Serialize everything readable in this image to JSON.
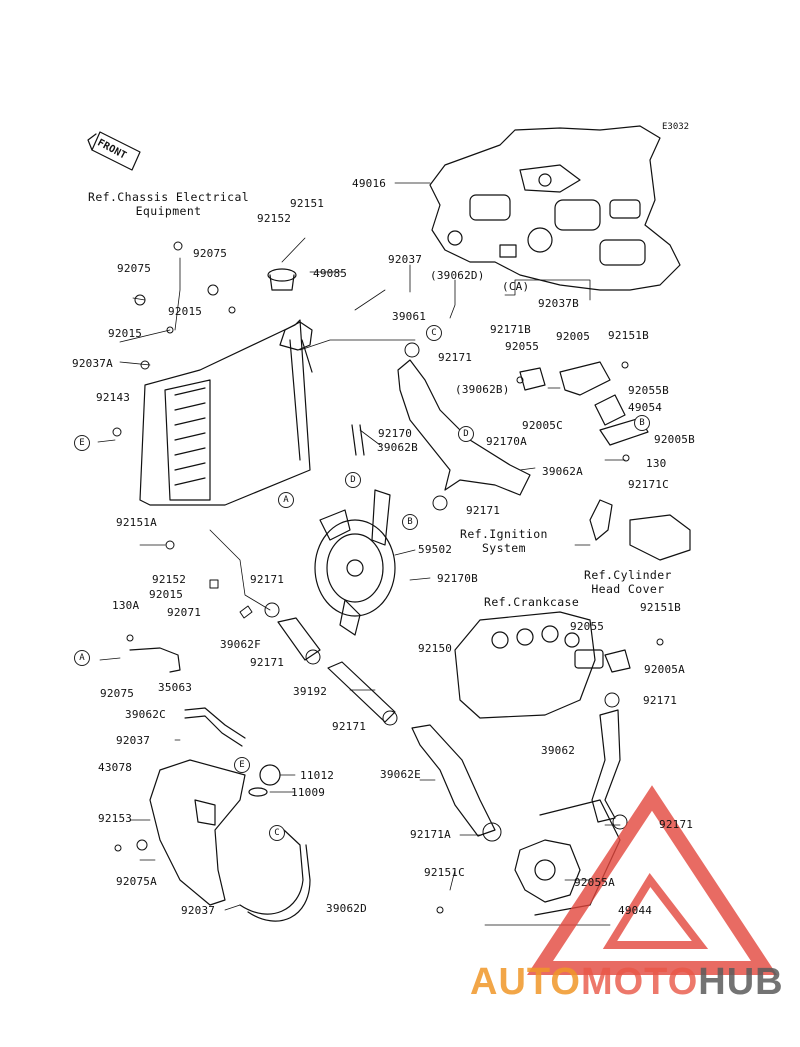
{
  "diagram": {
    "id_code": "E3032",
    "front_label": "FRONT",
    "labels": [
      {
        "id": "49016",
        "text": "49016"
      },
      {
        "id": "92151-top",
        "text": "92151"
      },
      {
        "id": "92152-top",
        "text": "92152"
      },
      {
        "id": "92075-a",
        "text": "92075"
      },
      {
        "id": "92075-b",
        "text": "92075"
      },
      {
        "id": "49085",
        "text": "49085"
      },
      {
        "id": "92037-top",
        "text": "92037"
      },
      {
        "id": "39062D-paren",
        "text": "(39062D)"
      },
      {
        "id": "CA",
        "text": "(CA)"
      },
      {
        "id": "92037B",
        "text": "92037B"
      },
      {
        "id": "92015-a",
        "text": "92015"
      },
      {
        "id": "39061",
        "text": "39061"
      },
      {
        "id": "92171B",
        "text": "92171B"
      },
      {
        "id": "92005",
        "text": "92005"
      },
      {
        "id": "92151B-a",
        "text": "92151B"
      },
      {
        "id": "92015-b",
        "text": "92015"
      },
      {
        "id": "92055-a",
        "text": "92055"
      },
      {
        "id": "92171-a",
        "text": "92171"
      },
      {
        "id": "92037A",
        "text": "92037A"
      },
      {
        "id": "39062B-paren",
        "text": "(39062B)"
      },
      {
        "id": "92055B",
        "text": "92055B"
      },
      {
        "id": "92143",
        "text": "92143"
      },
      {
        "id": "49054",
        "text": "49054"
      },
      {
        "id": "92005C",
        "text": "92005C"
      },
      {
        "id": "92170",
        "text": "92170"
      },
      {
        "id": "92170A",
        "text": "92170A"
      },
      {
        "id": "92005B",
        "text": "92005B"
      },
      {
        "id": "39062B",
        "text": "39062B"
      },
      {
        "id": "130-a",
        "text": "130"
      },
      {
        "id": "39062A",
        "text": "39062A"
      },
      {
        "id": "92171C",
        "text": "92171C"
      },
      {
        "id": "92171-b",
        "text": "92171"
      },
      {
        "id": "92151A",
        "text": "92151A"
      },
      {
        "id": "59502",
        "text": "59502"
      },
      {
        "id": "92152-b",
        "text": "92152"
      },
      {
        "id": "92171-c",
        "text": "92171"
      },
      {
        "id": "92170B",
        "text": "92170B"
      },
      {
        "id": "92015-c",
        "text": "92015"
      },
      {
        "id": "130A",
        "text": "130A"
      },
      {
        "id": "92071",
        "text": "92071"
      },
      {
        "id": "92151B-b",
        "text": "92151B"
      },
      {
        "id": "92055-b",
        "text": "92055"
      },
      {
        "id": "39062F",
        "text": "39062F"
      },
      {
        "id": "92150",
        "text": "92150"
      },
      {
        "id": "92171-d",
        "text": "92171"
      },
      {
        "id": "92005A",
        "text": "92005A"
      },
      {
        "id": "35063",
        "text": "35063"
      },
      {
        "id": "92075-c",
        "text": "92075"
      },
      {
        "id": "39192",
        "text": "39192"
      },
      {
        "id": "92171-e",
        "text": "92171"
      },
      {
        "id": "39062C",
        "text": "39062C"
      },
      {
        "id": "92171-f",
        "text": "92171"
      },
      {
        "id": "92037-b",
        "text": "92037"
      },
      {
        "id": "39062",
        "text": "39062"
      },
      {
        "id": "43078",
        "text": "43078"
      },
      {
        "id": "11012",
        "text": "11012"
      },
      {
        "id": "39062E",
        "text": "39062E"
      },
      {
        "id": "11009",
        "text": "11009"
      },
      {
        "id": "92153",
        "text": "92153"
      },
      {
        "id": "92171-g",
        "text": "92171"
      },
      {
        "id": "92171A",
        "text": "92171A"
      },
      {
        "id": "92151C",
        "text": "92151C"
      },
      {
        "id": "92075A",
        "text": "92075A"
      },
      {
        "id": "92055A",
        "text": "92055A"
      },
      {
        "id": "92037-c",
        "text": "92037"
      },
      {
        "id": "39062D",
        "text": "39062D"
      },
      {
        "id": "49044",
        "text": "49044"
      }
    ],
    "references": [
      {
        "id": "chassis",
        "line1": "Ref.Chassis Electrical",
        "line2": "Equipment"
      },
      {
        "id": "ignition",
        "line1": "Ref.Ignition",
        "line2": "System"
      },
      {
        "id": "cylinder",
        "line1": "Ref.Cylinder",
        "line2": "Head Cover"
      },
      {
        "id": "crankcase",
        "line1": "Ref.Crankcase",
        "line2": ""
      }
    ],
    "callouts": [
      "A",
      "B",
      "C",
      "D",
      "E"
    ]
  },
  "watermark": {
    "part1": "AUTO",
    "part2": "MOTO",
    "part3": "HUB"
  }
}
